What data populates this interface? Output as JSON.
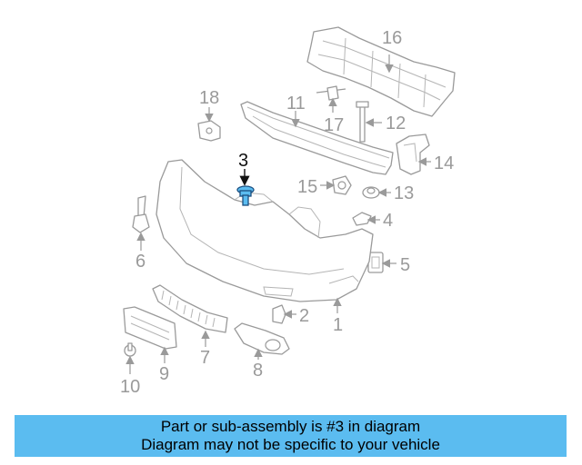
{
  "diagram": {
    "callouts": {
      "c1": "1",
      "c2": "2",
      "c3": "3",
      "c4": "4",
      "c5": "5",
      "c6": "6",
      "c7": "7",
      "c8": "8",
      "c9": "9",
      "c10": "10",
      "c11": "11",
      "c12": "12",
      "c13": "13",
      "c14": "14",
      "c15": "15",
      "c16": "16",
      "c17": "17",
      "c18": "18"
    },
    "highlighted_part": "3",
    "colors": {
      "highlight_fill": "#5bbcf0",
      "line_gray": "#9a9a9a",
      "banner_bg": "#5bbcf0"
    }
  },
  "banner": {
    "line1": "Part or sub-assembly is #3 in diagram",
    "line2": "Diagram may not be specific to your vehicle"
  }
}
